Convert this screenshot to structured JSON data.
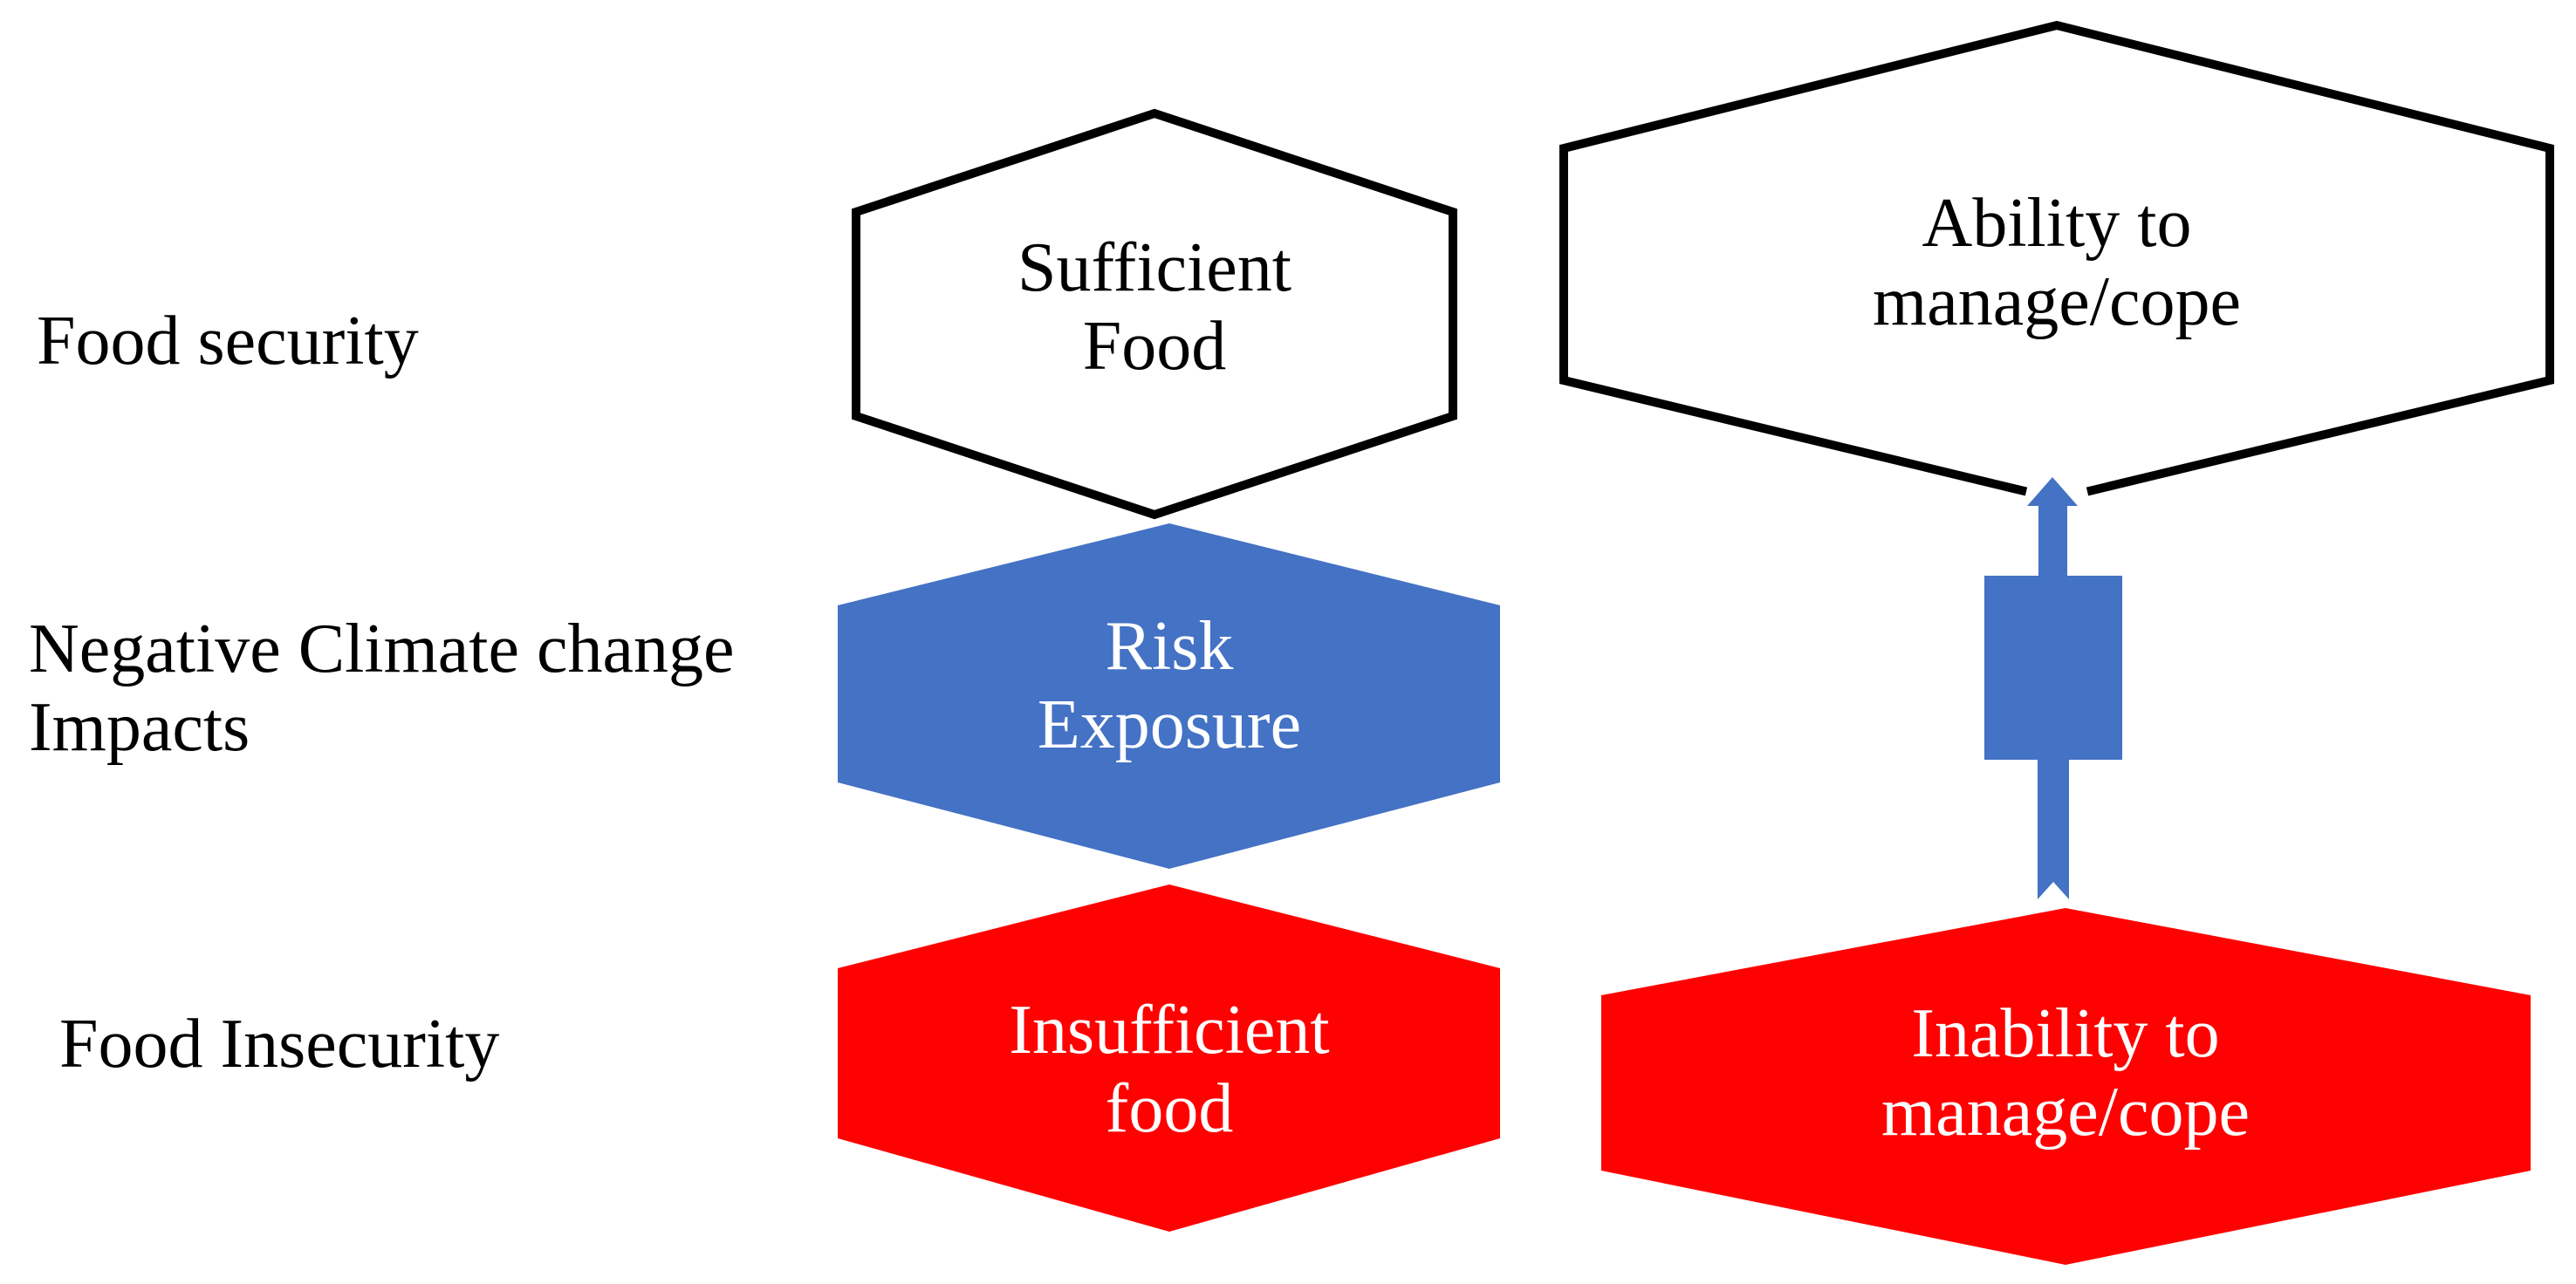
{
  "diagram": {
    "background": "#ffffff",
    "colors": {
      "blue": "#4472C4",
      "red": "#FE0202",
      "outline": "#000000",
      "dark_text": "#000000",
      "light_text": "#ffffff"
    },
    "row_labels": {
      "food_security": "Food security",
      "climate_impacts": "Negative Climate change\nImpacts",
      "food_insecurity": "Food Insecurity"
    },
    "shapes": {
      "sufficient_food": {
        "label": "Sufficient\nFood",
        "fill": "#ffffff",
        "text_color": "#000000"
      },
      "ability_to_cope": {
        "label": "Ability to\nmanage/cope",
        "fill": "#ffffff",
        "text_color": "#000000"
      },
      "risk_exposure": {
        "label": "Risk\nExposure",
        "fill": "#4472C4",
        "text_color": "#ffffff"
      },
      "insufficient_food": {
        "label": "Insufficient\nfood",
        "fill": "#FE0202",
        "text_color": "#ffffff"
      },
      "inability_to_cope": {
        "label": "Inability to\nmanage/cope",
        "fill": "#FE0202",
        "text_color": "#ffffff"
      }
    },
    "arrow": {
      "color": "#4472C4"
    }
  }
}
